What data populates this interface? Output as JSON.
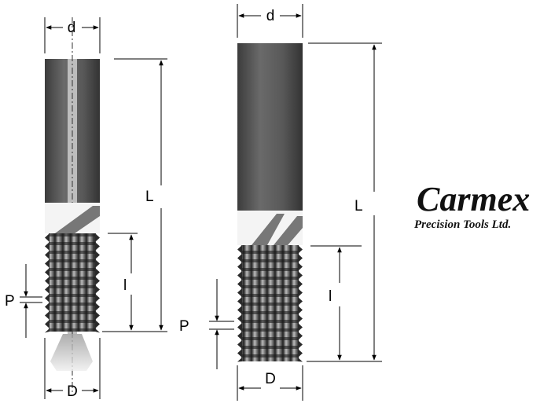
{
  "tool_left": {
    "d": "d",
    "L": "L",
    "l": "l",
    "P": "P",
    "D": "D",
    "coolant": true
  },
  "tool_right": {
    "d": "d",
    "L": "L",
    "l": "l",
    "P": "P",
    "D": "D"
  },
  "logo": {
    "brand": "Carmex",
    "subtitle": "Precision Tools Ltd."
  },
  "colors": {
    "shank": "#5a5a5a",
    "line": "#000000"
  }
}
